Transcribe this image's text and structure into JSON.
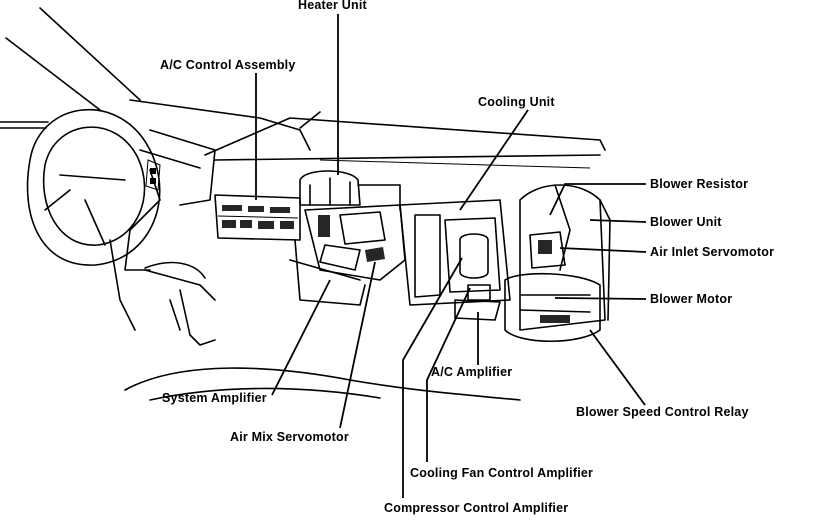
{
  "diagram": {
    "labels": {
      "heater_unit": "Heater Unit",
      "ac_control_assembly": "A/C Control Assembly",
      "cooling_unit": "Cooling Unit",
      "blower_resistor": "Blower Resistor",
      "blower_unit": "Blower Unit",
      "air_inlet_servomotor": "Air Inlet Servomotor",
      "blower_motor": "Blower Motor",
      "system_amplifier": "System Amplifier",
      "ac_amplifier": "A/C Amplifier",
      "blower_speed_control_relay": "Blower Speed Control Relay",
      "air_mix_servomotor": "Air Mix Servomotor",
      "cooling_fan_control_amplifier": "Cooling Fan Control Amplifier",
      "compressor_control_amplifier": "Compressor Control Amplifier"
    }
  }
}
